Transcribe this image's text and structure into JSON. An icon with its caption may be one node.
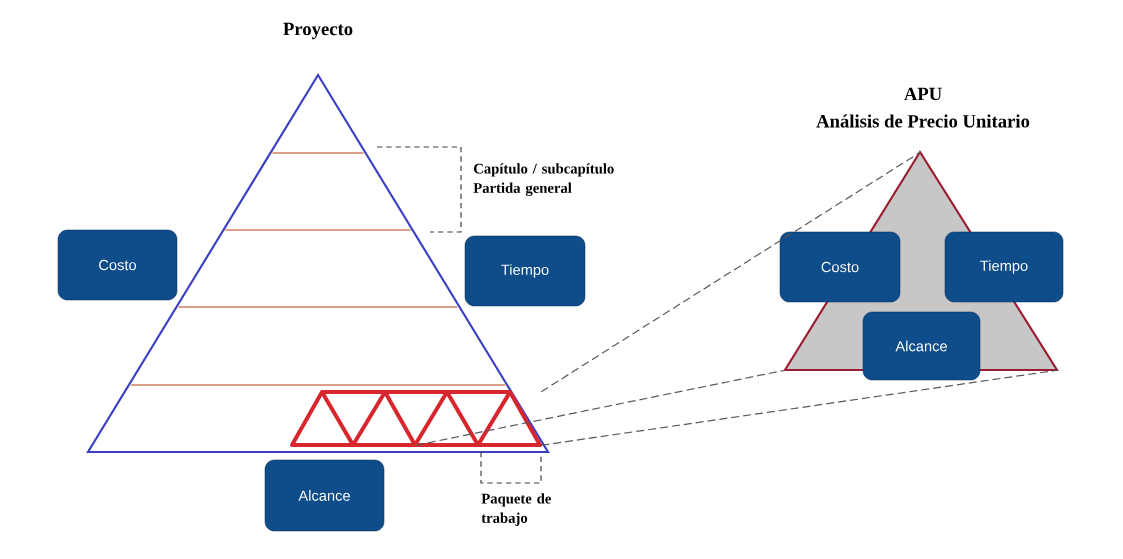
{
  "diagram": {
    "nodes": [
      {
        "text": [
          "Proyecto"
        ]
      },
      {
        "text": [
          "Costo"
        ]
      },
      {
        "text": [
          "Tiempo"
        ]
      },
      {
        "text": [
          "Alcance"
        ]
      },
      {
        "text": [],
        "shape": "truss",
        "in": 0
      },
      {
        "text": [
          "APU",
          "Análisis de Precio Unitario"
        ]
      },
      {
        "text": [
          "Costo"
        ],
        "in": 5
      },
      {
        "text": [
          "Tiempo"
        ],
        "in": 5
      },
      {
        "text": [
          "Alcance"
        ],
        "in": 5
      }
    ],
    "edges": [
      {
        "from": 4,
        "to": 5,
        "arrow": "none",
        "style": "dashed"
      },
      {
        "from": 4,
        "to": 5,
        "arrow": "none",
        "style": "dashed"
      },
      {
        "from": 4,
        "to": 5,
        "arrow": "none",
        "style": "dashed"
      }
    ],
    "labels": [
      "Capítulo / subcapítulo Partida general",
      "Paquete de trabajo"
    ]
  }
}
